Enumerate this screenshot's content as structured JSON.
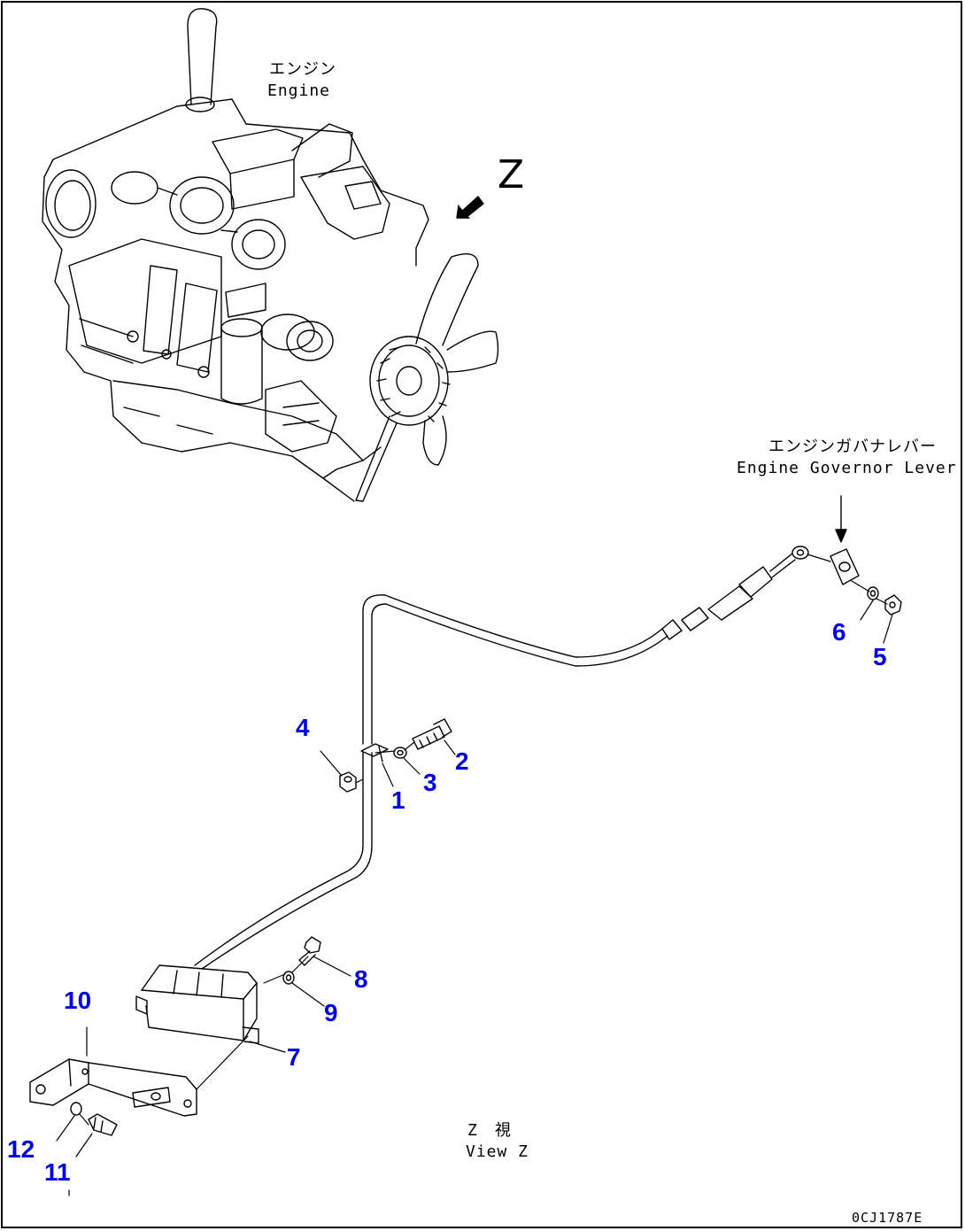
{
  "colors": {
    "callout": "#0000e0",
    "line": "#000000",
    "background": "#ffffff"
  },
  "labels": {
    "engine_jp": "エンジン",
    "engine_en": "Engine",
    "view_arrow_letter": "Z",
    "governor_jp": "エンジンガバナレバー",
    "governor_en": "Engine Governor Lever",
    "view_jp": "Z　視",
    "view_en": "View Z",
    "drawing_number": "0CJ1787E"
  },
  "callouts": [
    "1",
    "2",
    "3",
    "4",
    "5",
    "6",
    "7",
    "8",
    "9",
    "10",
    "11",
    "12"
  ]
}
